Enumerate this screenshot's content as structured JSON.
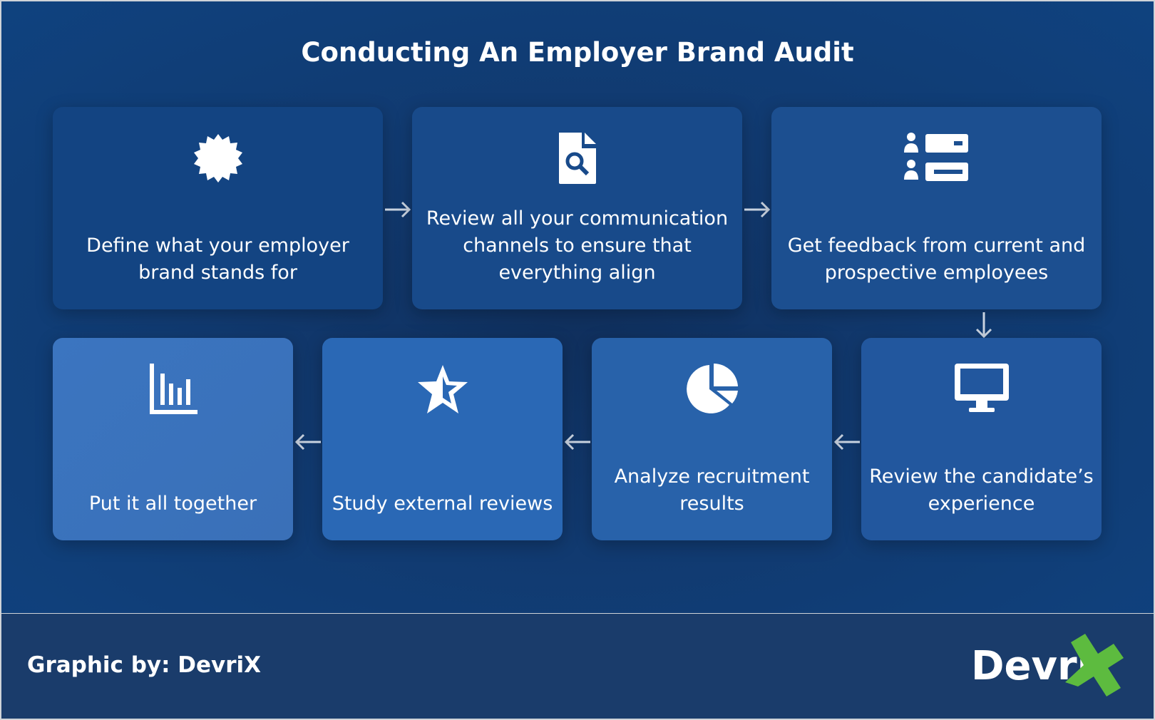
{
  "title": "Conducting An Employer Brand Audit",
  "steps": [
    {
      "text": "Define what your employer brand stands for",
      "icon": "badge-icon",
      "color": "#134482"
    },
    {
      "text": "Review all your communication channels to ensure that everything align",
      "icon": "document-search-icon",
      "color": "#184a8a"
    },
    {
      "text": "Get feedback from current and prospective employees",
      "icon": "user-list-icon",
      "color": "#1c4f90"
    },
    {
      "text": "Review the candidate’s experience",
      "icon": "monitor-icon",
      "color": "#22579e"
    },
    {
      "text": "Analyze recruitment results",
      "icon": "pie-chart-icon",
      "color": "#2862aa"
    },
    {
      "text": "Study external reviews",
      "icon": "star-icon",
      "color": "#2a68b5"
    },
    {
      "text": "Put it all together",
      "icon": "bar-chart-icon",
      "color": "#3a72bd"
    }
  ],
  "footer": {
    "credit": "Graphic by: DevriX",
    "logo_text": "DevriX",
    "logo_accent": "#5dbb3f"
  }
}
